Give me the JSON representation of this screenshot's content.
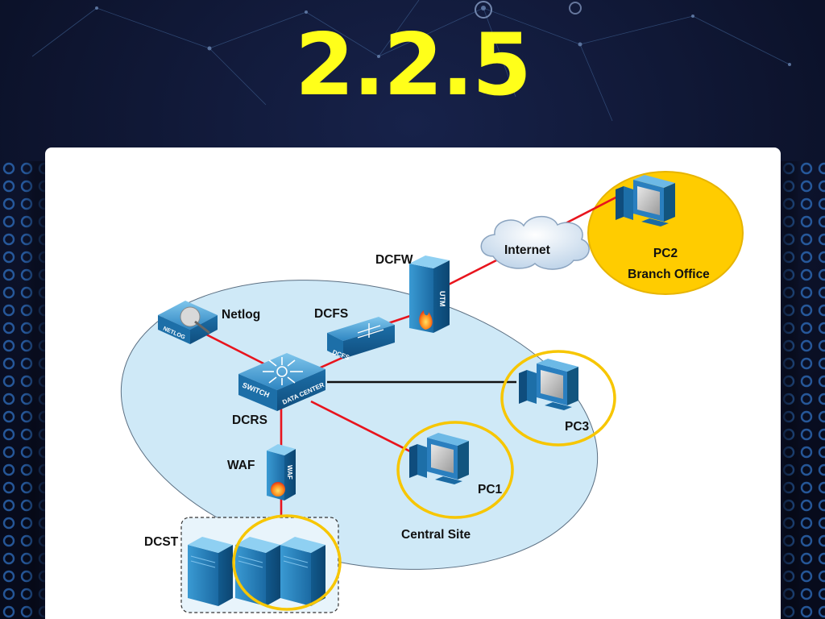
{
  "slide": {
    "title": "2.2.5"
  },
  "colors": {
    "background": "#0d1530",
    "title": "#ffff1a",
    "zone_fill": "#cfe9f7",
    "link_red": "#e8141d",
    "link_black": "#111111",
    "highlight_ring": "#f7c600",
    "branch_fill": "#ffcc00"
  },
  "diagram": {
    "nodes": {
      "internet": {
        "label": "Internet",
        "icon": "cloud-icon"
      },
      "pc2": {
        "label": "PC2",
        "sublabel": "Branch Office",
        "icon": "pc-icon"
      },
      "dcfw": {
        "label": "DCFW",
        "icon": "utm-firewall-icon",
        "device_text": "UTM"
      },
      "dcfs": {
        "label": "DCFS",
        "icon": "dcfs-appliance-icon",
        "device_text": "DCFS"
      },
      "netlog": {
        "label": "Netlog",
        "icon": "netlog-appliance-icon",
        "device_text": "NETLOG"
      },
      "dcrs": {
        "label": "DCRS",
        "icon": "datacenter-switch-icon",
        "device_text_1": "SWITCH",
        "device_text_2": "DATA CENTER"
      },
      "pc3": {
        "label": "PC3",
        "icon": "pc-icon"
      },
      "pc1": {
        "label": "PC1",
        "icon": "pc-icon"
      },
      "waf": {
        "label": "WAF",
        "icon": "waf-firewall-icon",
        "device_text": "WAF"
      },
      "dcst": {
        "label": "DCST",
        "icon": "server-icon"
      }
    },
    "zones": {
      "central_site": "Central Site"
    }
  }
}
